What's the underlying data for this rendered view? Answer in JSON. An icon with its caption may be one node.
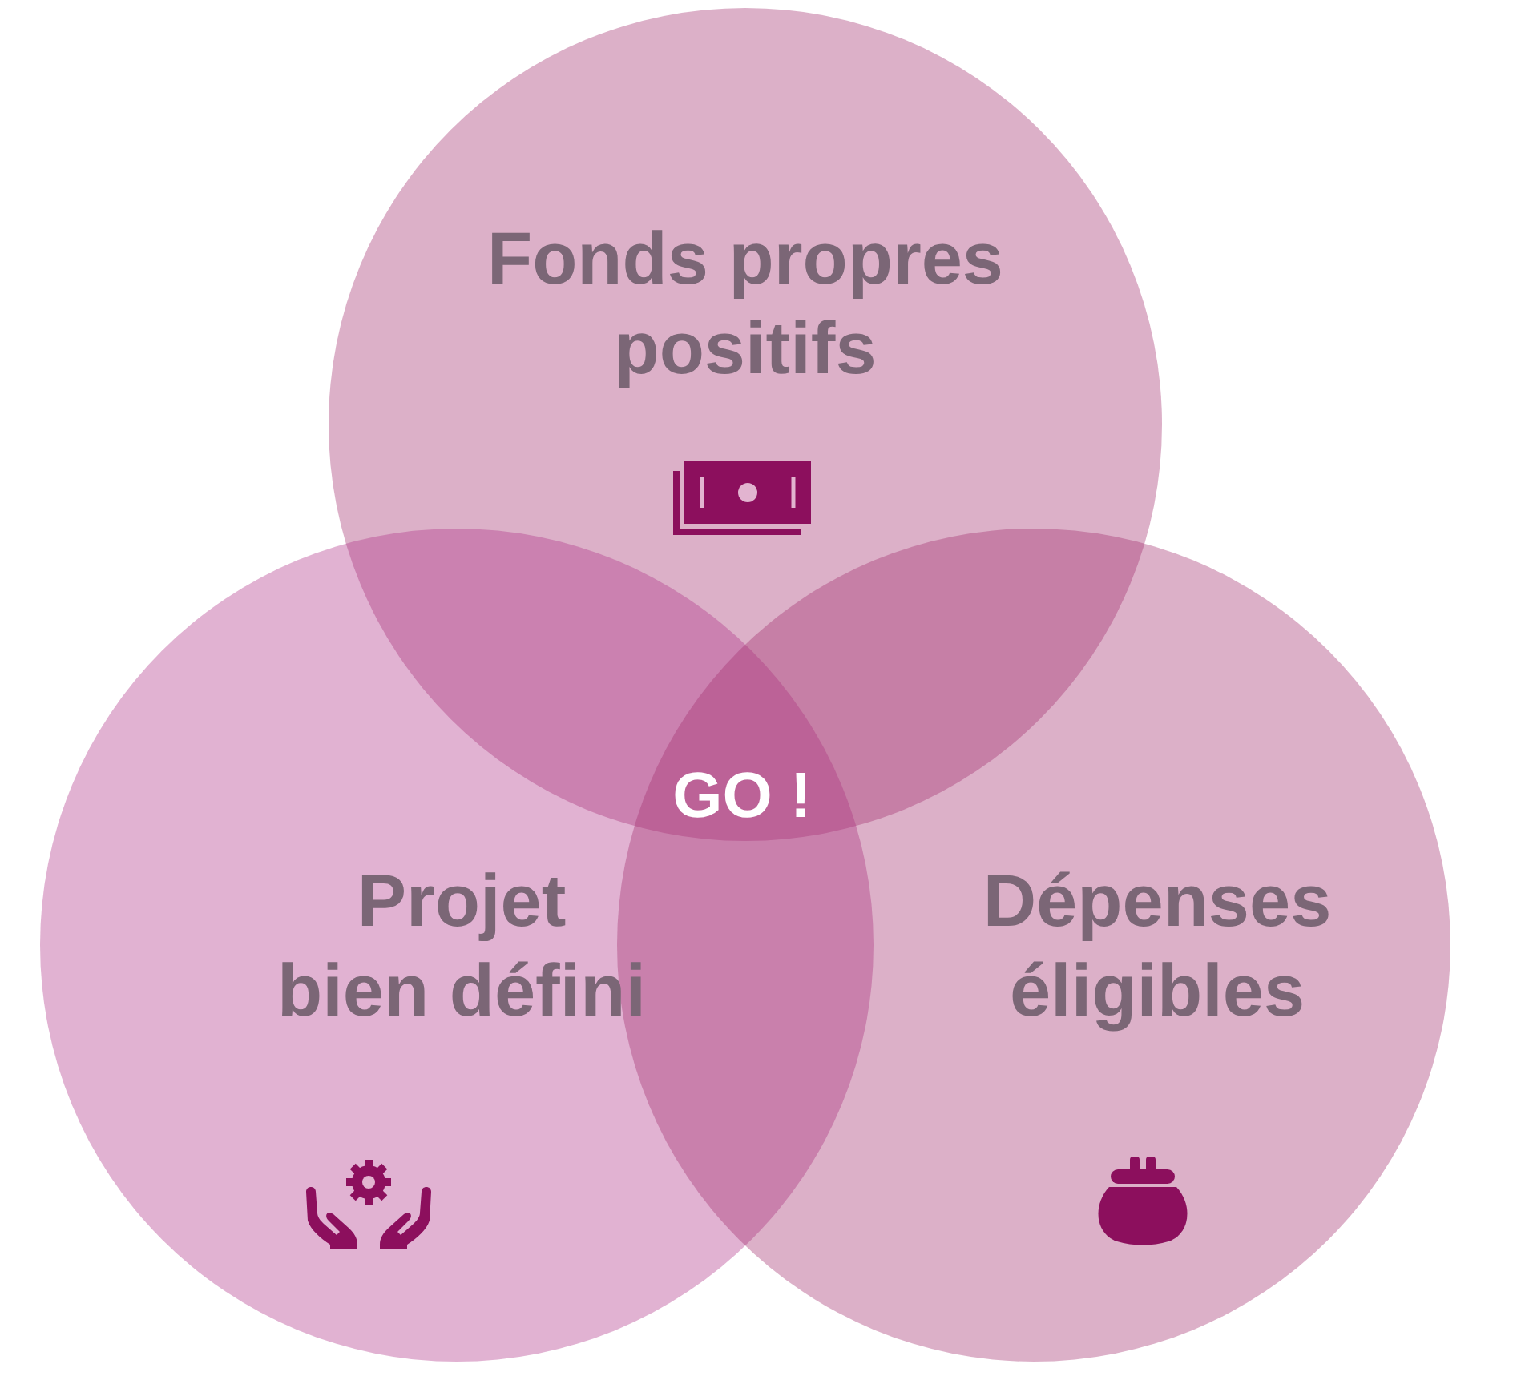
{
  "diagram": {
    "nodes": [
      {
        "text": [
          "Fonds propres positifs"
        ]
      },
      {
        "text": [
          "GO !"
        ]
      },
      {
        "text": [
          "Projet bien défini"
        ]
      },
      {
        "text": [
          "Dépenses éligibles"
        ]
      }
    ]
  }
}
